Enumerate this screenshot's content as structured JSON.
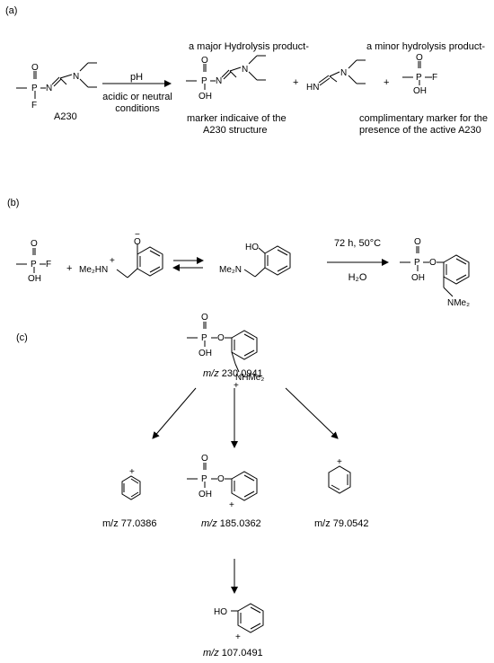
{
  "panels": {
    "a": {
      "label": "(a)",
      "reagent_name": "A230",
      "arrow_top": "pH",
      "arrow_bottom_1": "acidic or neutral",
      "arrow_bottom_2": "conditions",
      "major_title": "a major Hydrolysis product-",
      "minor_title": "a minor hydrolysis product-",
      "major_note_1": "marker indicaive of the",
      "major_note_2": "A230 structure",
      "minor_note_1": "complimentary marker for the",
      "minor_note_2": "presence of the active A230",
      "plus": "+"
    },
    "b": {
      "label": "(b)",
      "arrow_top": "72 h, 50°C",
      "arrow_bottom": "H₂O",
      "plus": "+"
    },
    "c": {
      "label": "(c)",
      "parent_mz_prefix": "m/z",
      "parent_mz_value": "230.0941",
      "frag1_mz": "m/z 77.0386",
      "frag2_mz_prefix": "m/z",
      "frag2_mz_value": "185.0362",
      "frag3_mz": "m/z 79.0542",
      "frag4_mz_prefix": "m/z",
      "frag4_mz_value": "107.0491"
    }
  },
  "atoms": {
    "O": "O",
    "P": "P",
    "N": "N",
    "F": "F",
    "OH": "OH",
    "HO": "HO",
    "HN": "HN",
    "Me2N": "Me₂N",
    "Me2HN": "Me₂HN",
    "NMe2": "NMe₂",
    "NHMe2": "NHMe₂",
    "plus_charge": "+",
    "minus_charge": "−"
  }
}
